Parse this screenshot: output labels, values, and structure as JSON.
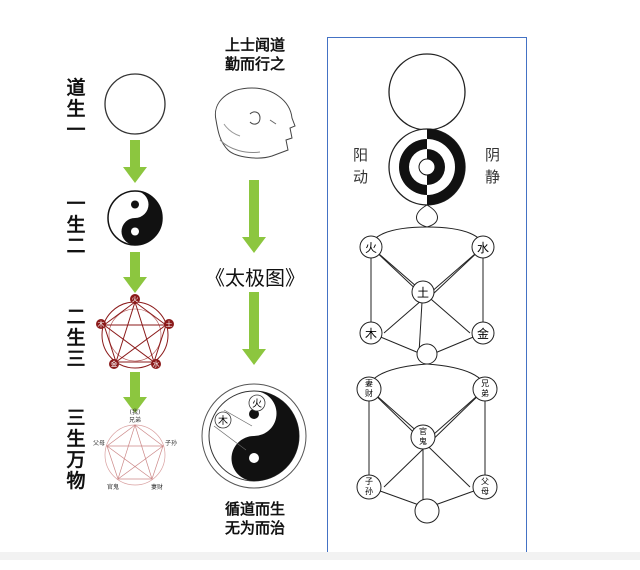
{
  "left_column": {
    "stages": [
      {
        "label": "道生一"
      },
      {
        "label": "一生二"
      },
      {
        "label": "二生三"
      },
      {
        "label": "三生万物"
      }
    ],
    "wuxing_marks": [
      "火",
      "木",
      "土",
      "金",
      "水"
    ],
    "wanwu_marks": {
      "top": "(我)",
      "top2": "兄弟",
      "left": "父母",
      "right": "子孙",
      "bottom_left": "官鬼",
      "bottom_right": "妻财"
    }
  },
  "middle_column": {
    "quote_top_line1": "上士闻道",
    "quote_top_line2": "勤而行之",
    "book_title": "《太极图》",
    "taiji_marks": [
      "火",
      "木"
    ],
    "quote_bottom_line1": "循道而生",
    "quote_bottom_line2": "无为而治"
  },
  "right_panel": {
    "yang_label": [
      "阳",
      "动"
    ],
    "yin_label": [
      "阴",
      "静"
    ],
    "elements": {
      "fire": "火",
      "water": "水",
      "earth": "土",
      "wood": "木",
      "metal": "金"
    },
    "relations": {
      "qicai": [
        "妻",
        "财"
      ],
      "xiongdi": [
        "兄",
        "弟"
      ],
      "guangui": [
        "官",
        "鬼"
      ],
      "zisun": [
        "子",
        "孙"
      ],
      "fumu": [
        "父",
        "母"
      ]
    }
  },
  "colors": {
    "arrow_green": "#8cc63f",
    "panel_border": "#4472c4",
    "star_red": "#8b1a1a"
  }
}
